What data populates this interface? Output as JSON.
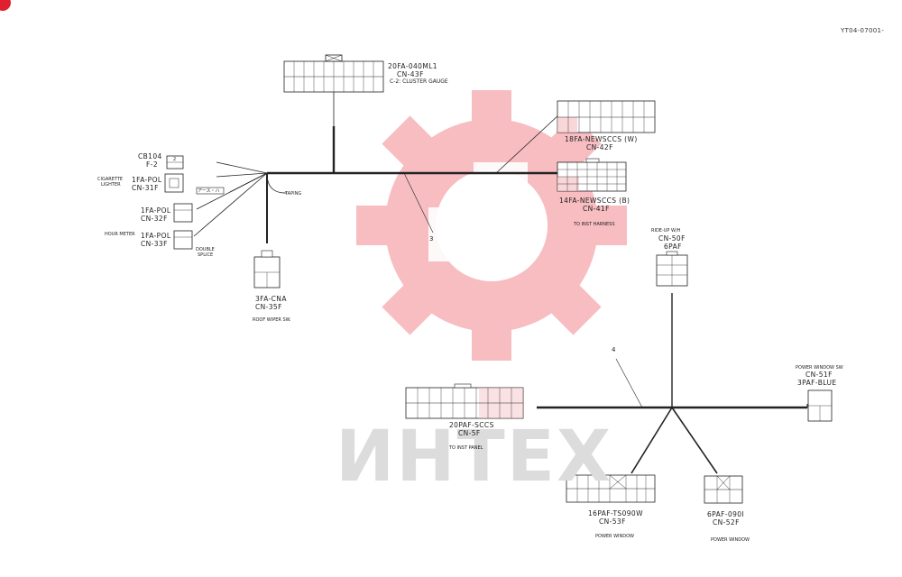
{
  "doc_id": "YT04-07001-",
  "watermark": {
    "brand": "ИНТЕХ",
    "gear_color": "#f5a8ad",
    "text_color": "#dcdcdc",
    "accent": "#e02030"
  },
  "wires": {
    "taping": "TAPING",
    "wire3": "3",
    "wire4": "4",
    "double_splice_1": "DOUBLE",
    "double_splice_2": "SPLICE",
    "jumper": "アース・ハ"
  },
  "connectors": {
    "cn43f": {
      "part": "20FA-040ML1",
      "cn": "CN-43F",
      "desc": "C-2: CLUSTER GAUGE"
    },
    "cn42f": {
      "part": "18FA-NEWSCCS (W)",
      "cn": "CN-42F"
    },
    "cn41f": {
      "part": "14FA-NEWSCCS (B)",
      "cn": "CN-41F",
      "dest": "TO INST HARNESS"
    },
    "cb104": {
      "part": "CB104",
      "cn": "F-2",
      "pin": "2"
    },
    "cn31f": {
      "group": "CIGARETTE",
      "group2": "LIGHTER",
      "part": "1FA-POL",
      "cn": "CN-31F"
    },
    "cn32f": {
      "part": "1FA-POL",
      "cn": "CN-32F"
    },
    "cn33f": {
      "part": "1FA-POL",
      "cn": "CN-33F",
      "group": "HOUR METER"
    },
    "cn35f": {
      "part": "3FA-CNA",
      "cn": "CN-35F",
      "desc": "ROOF WIPER SW."
    },
    "cn50f": {
      "desc": "RIDE-UP W/H",
      "cn": "CN-50F",
      "part": "6PAF"
    },
    "cn51f": {
      "desc": "POWER WINDOW SW",
      "cn": "CN-51F",
      "part": "3PAF-BLUE"
    },
    "cn5f": {
      "part": "20PAF-SCCS",
      "cn": "CN-5F",
      "dest": "TO INST PANEL"
    },
    "cn53f": {
      "part": "16PAF-TS090W",
      "cn": "CN-53F",
      "desc": "POWER WINDOW"
    },
    "cn52f": {
      "part": "6PAF-090I",
      "cn": "CN-52F",
      "desc": "POWER WINDOW"
    }
  }
}
